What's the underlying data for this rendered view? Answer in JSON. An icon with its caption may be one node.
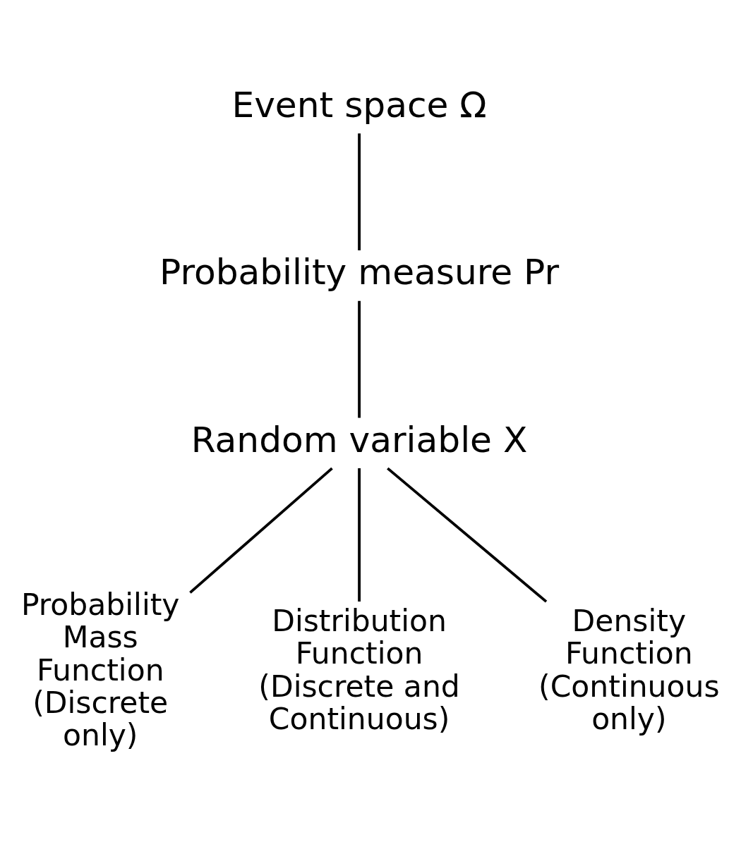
{
  "diagram": {
    "nodes": [
      {
        "text": [
          "Event space Ω"
        ]
      },
      {
        "text": [
          "Probability measure Pr"
        ]
      },
      {
        "text": [
          "Random variable X"
        ]
      },
      {
        "text": [
          "Probability Mass Function",
          "(Discrete only)"
        ]
      },
      {
        "text": [
          "Distribution Function",
          "(Discrete and Continuous)"
        ]
      },
      {
        "text": [
          "Density Function",
          "(Continuous only)"
        ]
      }
    ],
    "edges": [
      {
        "from": 0,
        "to": 1,
        "arrow": "none"
      },
      {
        "from": 1,
        "to": 2,
        "arrow": "none"
      },
      {
        "from": 2,
        "to": 3,
        "arrow": "none"
      },
      {
        "from": 2,
        "to": 4,
        "arrow": "none"
      },
      {
        "from": 2,
        "to": 5,
        "arrow": "none"
      }
    ]
  }
}
